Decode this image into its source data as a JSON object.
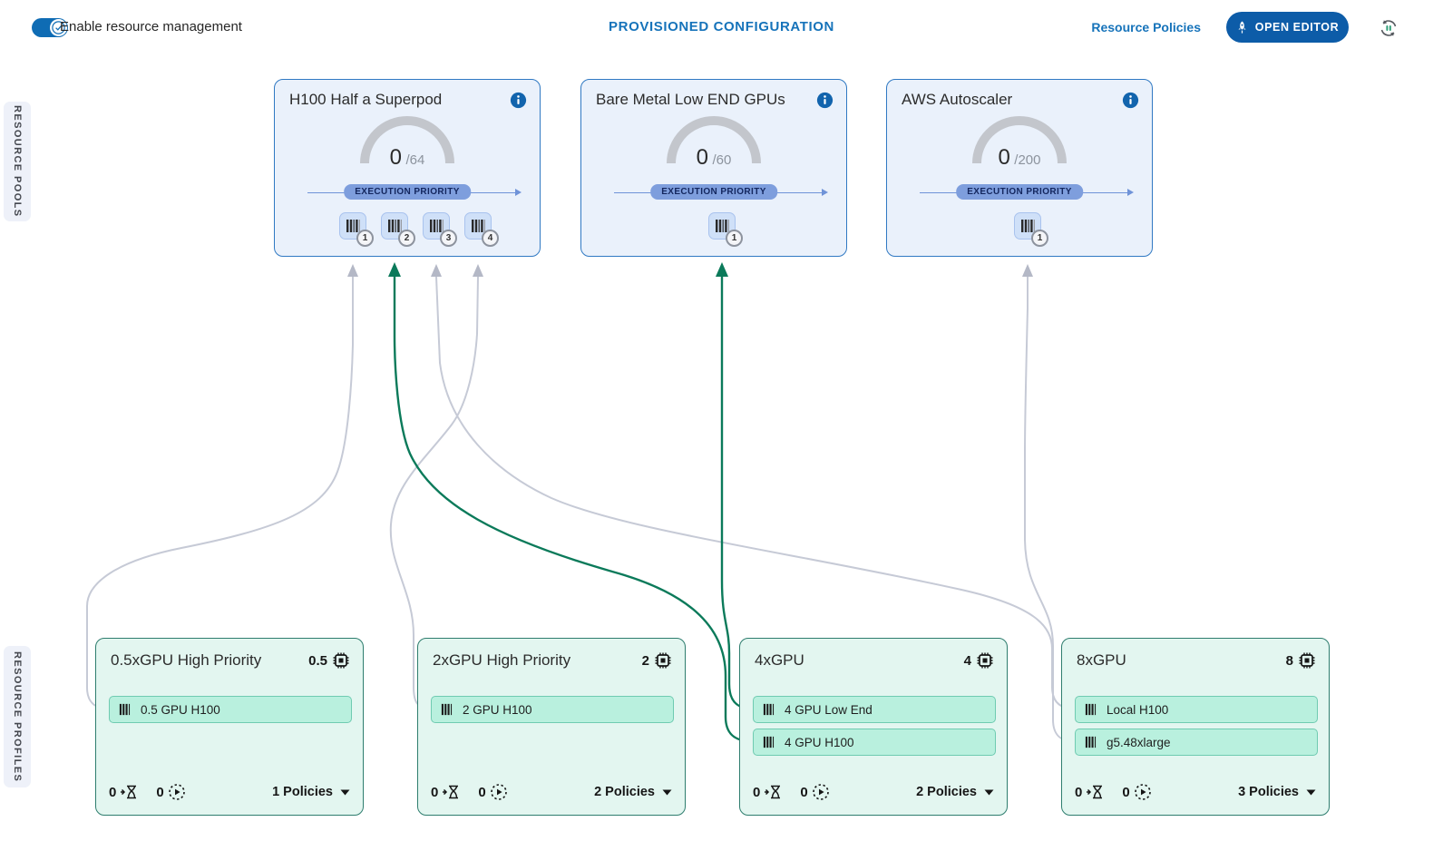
{
  "header": {
    "toggle_label": "Enable resource management",
    "title": "PROVISIONED CONFIGURATION",
    "policies_link": "Resource Policies",
    "open_editor_label": "OPEN EDITOR"
  },
  "sidebar": {
    "pools_label": "RESOURCE POOLS",
    "profiles_label": "RESOURCE PROFILES"
  },
  "pools": [
    {
      "name": "H100 Half a Superpod",
      "used": "0",
      "capacity": "/64",
      "priority_label": "EXECUTION PRIORITY",
      "chips": [
        "1",
        "2",
        "3",
        "4"
      ]
    },
    {
      "name": "Bare Metal Low END GPUs",
      "used": "0",
      "capacity": "/60",
      "priority_label": "EXECUTION PRIORITY",
      "chips": [
        "1"
      ]
    },
    {
      "name": "AWS Autoscaler",
      "used": "0",
      "capacity": "/200",
      "priority_label": "EXECUTION PRIORITY",
      "chips": [
        "1"
      ]
    }
  ],
  "profiles": [
    {
      "name": "0.5xGPU High Priority",
      "gpu_count": "0.5",
      "chips": [
        "0.5 GPU H100"
      ],
      "pending": "0",
      "running": "0",
      "policies": "1 Policies"
    },
    {
      "name": "2xGPU High Priority",
      "gpu_count": "2",
      "chips": [
        "2 GPU H100"
      ],
      "pending": "0",
      "running": "0",
      "policies": "2 Policies"
    },
    {
      "name": "4xGPU",
      "gpu_count": "4",
      "chips": [
        "4 GPU Low End",
        "4 GPU H100"
      ],
      "pending": "0",
      "running": "0",
      "policies": "2 Policies"
    },
    {
      "name": "8xGPU",
      "gpu_count": "8",
      "chips": [
        "Local H100",
        "g5.48xlarge"
      ],
      "pending": "0",
      "running": "0",
      "policies": "3 Policies"
    }
  ],
  "colors": {
    "primary_blue": "#1673ba",
    "pool_border": "#3079c3",
    "pool_bg": "#eaf1fb",
    "profile_border": "#2e7d6e",
    "profile_bg": "#e3f6f0",
    "chip_bg": "#b9f0de",
    "connector_gray": "#c6cad6",
    "connector_green": "#0b7a5a",
    "gauge_gray": "#c3c6cc"
  }
}
